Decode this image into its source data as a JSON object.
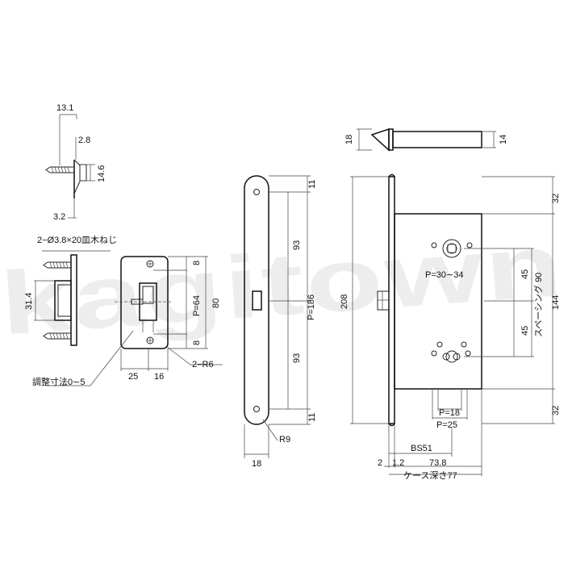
{
  "watermark": "kagitown",
  "colors": {
    "line": "#222222",
    "background": "#ffffff",
    "watermark": "#d8d8d8"
  },
  "side_view": {
    "d_top": "13.1",
    "d_28": "2.8",
    "d_146": "14.6",
    "d_32": "3.2"
  },
  "strike": {
    "screw_note": "2−Ø3.8×20皿木ねじ",
    "d_314": "31.4",
    "d_8a": "8",
    "d_p64": "P=64",
    "d_80": "80",
    "d_8b": "8",
    "d_25": "25",
    "d_16": "16",
    "d_r6": "2−R6",
    "adjust_note": "調整寸法0∼5"
  },
  "faceplate": {
    "d_11a": "11",
    "d_93a": "93",
    "d_p186": "P=186",
    "d_93b": "93",
    "d_11b": "11",
    "d_r9": "R9",
    "d_18": "18"
  },
  "latch": {
    "d_18": "18",
    "d_14": "14"
  },
  "lock": {
    "d_208": "208",
    "p_30_34": "P=30∼34",
    "d_32a": "32",
    "d_45a": "45",
    "spacing": "スペーシング 90",
    "d_144": "144",
    "d_45b": "45",
    "d_32b": "32",
    "p_18": "P=18",
    "p_25": "P=25",
    "bs": "BS51",
    "d_2": "2",
    "d_12": "1.2",
    "d_738": "73.8",
    "case_depth": "ケース深さ77"
  }
}
